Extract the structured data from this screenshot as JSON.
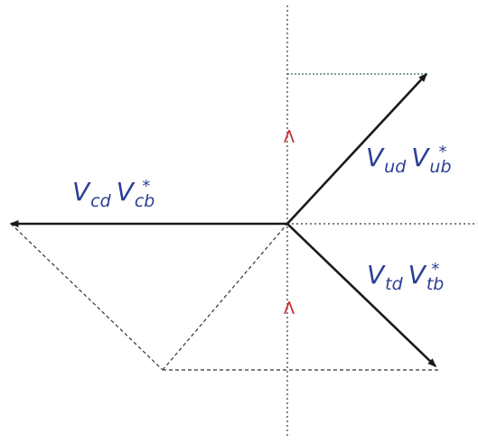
{
  "labels": {
    "vud": {
      "V1": "V",
      "sub1": "ud",
      "V2": "V",
      "sup2": "*",
      "sub2": "ub"
    },
    "vcd": {
      "V1": "V",
      "sub1": "cd",
      "V2": "V",
      "sup2": "*",
      "sub2": "cb"
    },
    "vtd": {
      "V1": "V",
      "sub1": "td",
      "V2": "V",
      "sup2": "*",
      "sub2": "tb"
    }
  },
  "angle_marks": {
    "upper": "<",
    "lower": "<"
  },
  "colors": {
    "label": "#2a3f96",
    "angle": "#c8333a",
    "arrow": "#1a1a1a",
    "guide": "#333333",
    "teal_guide": "#2b6e6a"
  }
}
